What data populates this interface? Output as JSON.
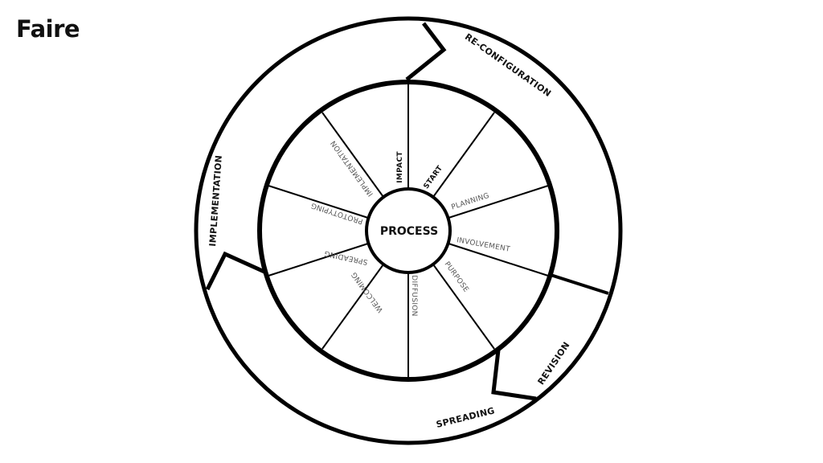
{
  "title": "Faire",
  "diagram": {
    "center_label": "PROCESS",
    "outer_labels": {
      "reconfiguration": "RE-CONFIGURATION",
      "implementation": "IMPLEMENTATION",
      "spreading": "SPREADING",
      "revision": "REVISION"
    },
    "segments": {
      "impact": "IMPACT",
      "start": "START",
      "planning": "PLANNING",
      "involvement": "INVOLVEMENT",
      "purpose": "PURPOSE",
      "diffusion": "DIFFUSION",
      "welcoming": "WELCOMING",
      "spreading": "SPREADING",
      "prototyping": "PROTOTYPING",
      "implementation": "IMPLEMENTATION"
    }
  }
}
